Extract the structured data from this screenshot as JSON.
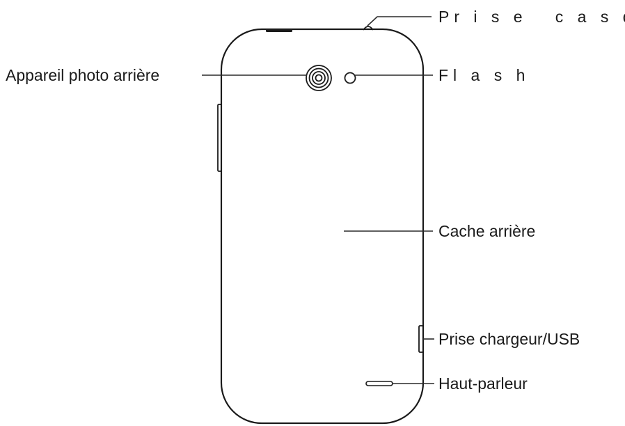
{
  "labels": {
    "headphone_jack": "Pr i s e   c a s q u e",
    "rear_camera": "Appareil photo arrière",
    "flash": "Fl a s h",
    "back_cover": "Cache arrière",
    "charger_usb": "Prise chargeur/USB",
    "speaker": "Haut-parleur"
  },
  "colors": {
    "line": "#1a1a1a",
    "background": "#ffffff"
  }
}
